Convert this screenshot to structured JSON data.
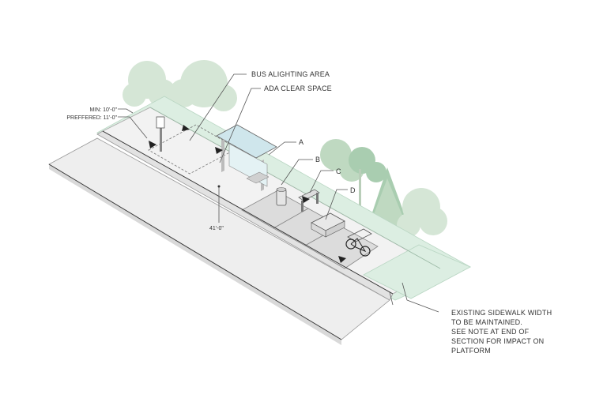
{
  "labels": {
    "bus_alighting_area": "BUS ALIGHTING AREA",
    "ada_clear_space": "ADA CLEAR SPACE",
    "min_width": "MIN: 10'-0\"",
    "preferred_width": "PREFFERED: 11'-0\"",
    "length_dimension": "41'-0\"",
    "callout_a": "A",
    "callout_b": "B",
    "callout_c": "C",
    "callout_d": "D",
    "sidewalk_note_lines": [
      "EXISTING SIDEWALK WIDTH",
      "TO BE MAINTAINED.",
      "SEE NOTE AT END OF",
      "SECTION FOR IMPACT ON",
      "PLATFORM"
    ]
  },
  "colors": {
    "green_plane": "#dceee2",
    "green_edge": "#b9d6c3",
    "road": "#eeeeee",
    "curb": "#e2e2e2",
    "sidewalk": "#f2f2f2",
    "platform": "#ececec",
    "paver": "#dcdcdc",
    "tree_light": "#d5e6d6",
    "tree_mid": "#bfd9c1",
    "tree_dark": "#a9cdb0",
    "glass": "#d7ecf0"
  }
}
